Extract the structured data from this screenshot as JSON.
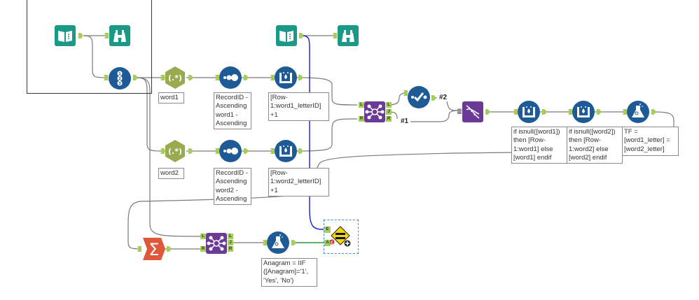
{
  "canvas": {
    "title": "Alteryx workflow canvas",
    "colors": {
      "input_green": "#1a9a86",
      "preparation_blue": "#1e5a96",
      "parse_olive": "#9aab4f",
      "join_purple": "#6a3a96",
      "summarize_orange": "#e0583a",
      "anchor_green": "#a8cc5a",
      "connection_gray": "#7a7a7a",
      "connection_blue": "#1a1ad8",
      "connection_green": "#2a9a3a",
      "test_yellow": "#f5d800"
    }
  },
  "tools": [
    {
      "id": "input1",
      "name": "Text Input",
      "icon": "book-icon"
    },
    {
      "id": "browse1",
      "name": "Browse",
      "icon": "binoculars-icon"
    },
    {
      "id": "recordid",
      "name": "Record ID",
      "icon": "numbered-list-icon"
    },
    {
      "id": "regex1",
      "name": "RegEx",
      "icon": "regex-icon",
      "glyph": "(.*)"
    },
    {
      "id": "sort1",
      "name": "Sort",
      "icon": "sort-dots-icon"
    },
    {
      "id": "multirow1",
      "name": "Multi-Row Formula",
      "icon": "multirow-icon"
    },
    {
      "id": "input2",
      "name": "Text Input",
      "icon": "book-icon"
    },
    {
      "id": "browse2",
      "name": "Browse",
      "icon": "binoculars-icon"
    },
    {
      "id": "join1",
      "name": "Join",
      "icon": "join-icon"
    },
    {
      "id": "select1",
      "name": "Select",
      "icon": "checkmark-icon"
    },
    {
      "id": "transpose1",
      "name": "Transpose",
      "icon": "dna-icon"
    },
    {
      "id": "multirow3",
      "name": "Multi-Row Formula",
      "icon": "multirow-icon"
    },
    {
      "id": "multirow4",
      "name": "Multi-Row Formula",
      "icon": "multirow-icon"
    },
    {
      "id": "formula1",
      "name": "Formula",
      "icon": "flask-icon"
    },
    {
      "id": "regex2",
      "name": "RegEx",
      "icon": "regex-icon",
      "glyph": "(.*)"
    },
    {
      "id": "sort2",
      "name": "Sort",
      "icon": "sort-dots-icon"
    },
    {
      "id": "multirow2",
      "name": "Multi-Row Formula",
      "icon": "multirow-icon"
    },
    {
      "id": "summarize",
      "name": "Summarize",
      "icon": "sigma-icon",
      "glyph": "Σ"
    },
    {
      "id": "join2",
      "name": "Join",
      "icon": "join-icon"
    },
    {
      "id": "formula2",
      "name": "Formula",
      "icon": "flask-icon"
    },
    {
      "id": "test1",
      "name": "Test",
      "icon": "equals-sign-icon"
    }
  ],
  "annotations": {
    "regex1": "word1",
    "sort1": "RecordID - Ascending word1 - Ascending",
    "multirow1": "[Row-1:word1_letterID] +1",
    "regex2": "word2",
    "sort2": "RecordID - Ascending word2 - Ascending",
    "multirow2": "[Row-1:word2_letterID] +1",
    "multirow3": "if isnull([word1]) then [Row-1:word1] else [word1] endif",
    "multirow4": "if isnull([word2]) then [Row-1:word2] else [word2] endif",
    "formula1": "TF = [word1_letter] = [word2_letter]",
    "formula2": "Anagram = IIF ([Anagram]='1', 'Yes', 'No')"
  },
  "connection_labels": {
    "select_out": "#2",
    "join_j_out": "#1"
  },
  "anchor_labels": {
    "join_left": "L",
    "join_right": "R",
    "join_out_left": "L",
    "join_out_join": "J",
    "join_out_right": "R",
    "test_expected": "E",
    "test_actual": "A"
  }
}
